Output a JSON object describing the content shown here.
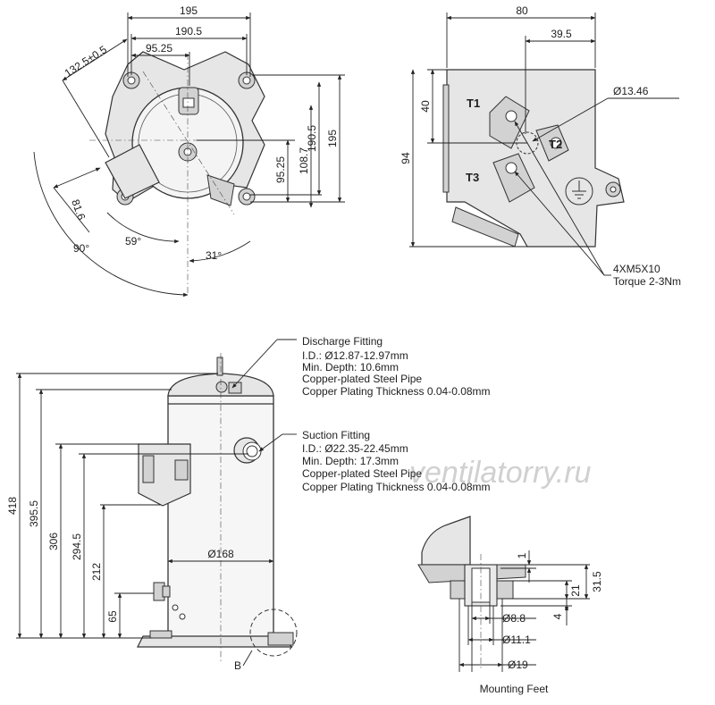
{
  "top_left_view": {
    "dims": {
      "w195": "195",
      "w190_5": "190.5",
      "w95_25": "95.25",
      "d132_5": "132.5±0.5",
      "h190_5": "190.5",
      "h195": "195",
      "h95_25": "95.25",
      "h108_7": "108.7",
      "d81_6": "81.6",
      "a90": "90°",
      "a59": "59°",
      "a31": "31°"
    }
  },
  "terminal_view": {
    "dims": {
      "w80": "80",
      "w39_5": "39.5",
      "h40": "40",
      "h94": "94",
      "dia13_46": "Ø13.46"
    },
    "labels": {
      "t1": "T1",
      "t2": "T2",
      "t3": "T3"
    },
    "screw_note": {
      "line1": "4XM5X10",
      "line2": "Torque 2-3Nm"
    }
  },
  "side_view": {
    "dims": {
      "h418": "418",
      "h395_5": "395.5",
      "h306": "306",
      "h294_5": "294.5",
      "h212": "212",
      "h65": "65",
      "dia168": "Ø168",
      "detail_b": "B"
    }
  },
  "discharge_fitting": {
    "title": "Discharge Fitting",
    "lines": [
      "I.D.: Ø12.87-12.97mm",
      "Min. Depth: 10.6mm",
      "Copper-plated Steel Pipe",
      "Copper Plating Thickness 0.04-0.08mm"
    ]
  },
  "suction_fitting": {
    "title": "Suction Fitting",
    "lines": [
      "I.D.: Ø22.35-22.45mm",
      "Min. Depth: 17.3mm",
      "Copper-plated Steel Pipe",
      "Copper Plating Thickness 0.04-0.08mm"
    ]
  },
  "mounting_feet": {
    "title": "Mounting Feet",
    "dims": {
      "d1": "1",
      "d21": "21",
      "d31_5": "31.5",
      "d4": "4",
      "dia8_8": "Ø8.8",
      "dia11_1": "Ø11.1",
      "dia19": "Ø19"
    }
  },
  "watermark": "ventilatorry.ru"
}
